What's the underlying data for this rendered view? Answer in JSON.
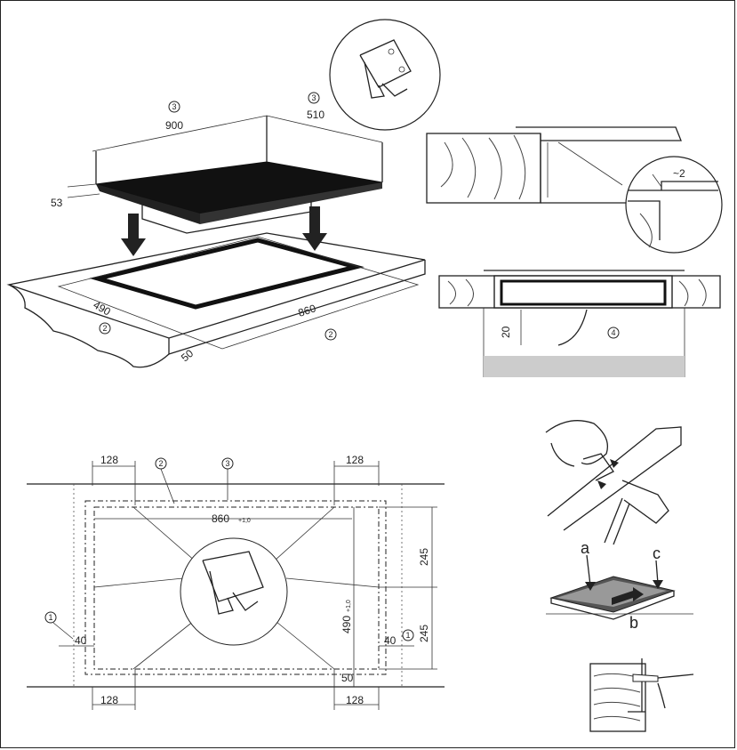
{
  "hob_perspective": {
    "width_label": "900",
    "depth_label": "510",
    "height_label": "53",
    "width_ref": "3",
    "depth_ref": "3"
  },
  "cutout_perspective": {
    "depth_label": "490",
    "width_label": "860",
    "margin_label": "50",
    "depth_ref": "2",
    "width_ref": "2"
  },
  "edge_detail": {
    "gap_label": "~2"
  },
  "section_detail": {
    "clearance_label": "20",
    "ref": "4"
  },
  "top_view": {
    "left_top_offset": "128",
    "right_top_offset": "128",
    "left_bottom_offset": "128",
    "right_bottom_offset": "128",
    "cutout_width": "860",
    "cutout_width_tol": "+1,0",
    "cutout_depth": "490",
    "cutout_depth_tol": "+1,0",
    "half_depth_top": "245",
    "half_depth_bottom": "245",
    "side_left": "40",
    "side_right": "40",
    "front_edge": "50",
    "ref_cutout": "2",
    "ref_hob": "3",
    "ref_left": "1",
    "ref_right": "1"
  },
  "clip_install": {
    "label_a": "a",
    "label_b": "b",
    "label_c": "c"
  }
}
